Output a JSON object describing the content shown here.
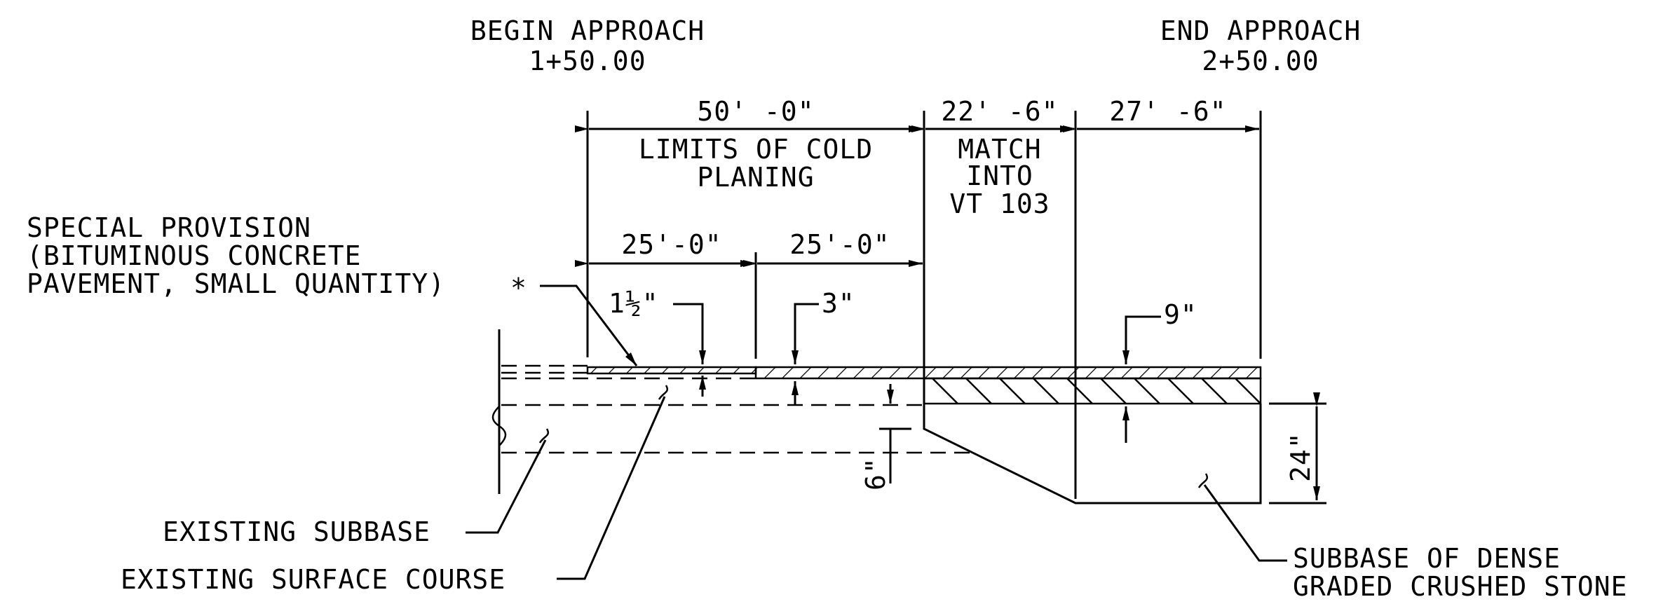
{
  "stations": {
    "begin_title": "BEGIN APPROACH",
    "begin_station": "1+50.00",
    "end_title": "END APPROACH",
    "end_station": "2+50.00"
  },
  "dimensions": {
    "cold_planing_length": "50' -0\"",
    "match_length": "22' -6\"",
    "end_length": "27' -6\"",
    "half_length_1": "25'-0\"",
    "half_length_2": "25'-0\"",
    "depth_1": "1½\"",
    "depth_3": "3\"",
    "depth_9": "9\"",
    "depth_6": "6\"",
    "depth_24": "24\""
  },
  "zones": {
    "cold_planing_line1": "LIMITS OF COLD",
    "cold_planing_line2": "PLANING",
    "match_line1": "MATCH",
    "match_line2": "INTO",
    "match_line3": "VT 103"
  },
  "callouts": {
    "special_provision_line1": "SPECIAL PROVISION",
    "special_provision_line2": "(BITUMINOUS CONCRETE",
    "special_provision_line3": "PAVEMENT, SMALL QUANTITY)",
    "asterisk": "*",
    "existing_subbase": "EXISTING SUBBASE",
    "existing_surface_course": "EXISTING SURFACE COURSE",
    "new_subbase_line1": "SUBBASE OF DENSE",
    "new_subbase_line2": "GRADED CRUSHED STONE"
  },
  "icons": {
    "arrowhead": "filled-arrowhead-icon",
    "pavement-hatch": "diagonal-hatch-icon",
    "break-line": "break-line-icon",
    "leader-squiggle": "leader-squiggle-icon"
  }
}
